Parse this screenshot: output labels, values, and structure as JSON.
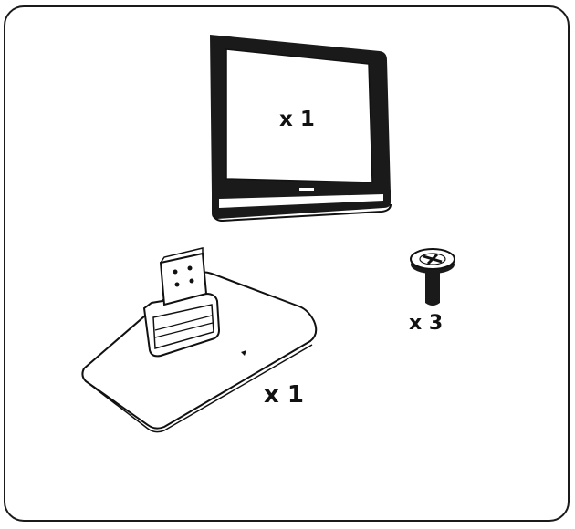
{
  "parts": {
    "tv": {
      "quantity_label": "x 1"
    },
    "stand": {
      "quantity_label": "x 1"
    },
    "screw": {
      "quantity_label": "x 3"
    }
  },
  "colors": {
    "ink": "#111111",
    "screen_fill": "#ffffff",
    "bezel": "#1a1a1a"
  }
}
